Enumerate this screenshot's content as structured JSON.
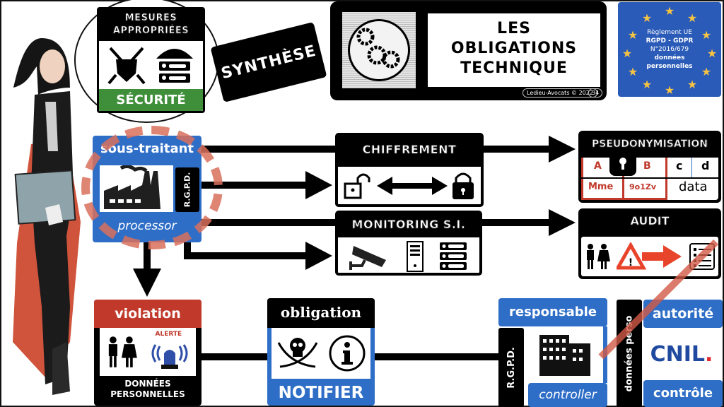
{
  "speech_bubble": {
    "header": "MESURES\nAPPROPRIÉES",
    "footer": "SÉCURITÉ"
  },
  "synthese_label": "SYNTHÈSE",
  "title_card": {
    "title_line1": "LES",
    "title_line2": "OBLIGATIONS",
    "title_line3": "TECHNIQUE",
    "credit": "Ledieu-Avocats © 2022",
    "page_number": "34"
  },
  "eu_badge": {
    "line1": "Règlement UE",
    "line2": "RGPD - GDPR",
    "line3": "N°2016/679",
    "line4": "données",
    "line5": "personnelles"
  },
  "processor": {
    "title": "sous-traitant",
    "side_label": "R.G.P.D.",
    "subtitle": "processor"
  },
  "chiffrement": {
    "title": "CHIFFREMENT"
  },
  "monitoring": {
    "title": "MONITORING S.I."
  },
  "pseudonymisation": {
    "title": "PSEUDONYMISATION",
    "cells": {
      "a": "A",
      "b": "B",
      "c": "c",
      "d": "d",
      "mme": "Mme",
      "code": "9o1Zv",
      "data": "data"
    }
  },
  "audit": {
    "title": "AUDIT"
  },
  "violation": {
    "title": "violation",
    "alert_text": "ALERTE",
    "footer": "DONNÉES\nPERSONNELLES"
  },
  "obligation": {
    "title": "obligation",
    "footer": "NOTIFIER"
  },
  "controller": {
    "title": "responsable",
    "side_label": "R.G.P.D.",
    "subtitle": "controller"
  },
  "authority": {
    "side_label": "données perso",
    "title": "autorité",
    "logo_text": "CNIL",
    "logo_dot": ".",
    "footer": "contrôle"
  },
  "colors": {
    "blue": "#2f6ec7",
    "green": "#3f8f3a",
    "red": "#c0392b",
    "accent_red": "#e8442c",
    "dashed_ring": "#d9705c",
    "eu_blue": "#2a5bb8",
    "eu_star": "#f6c343"
  }
}
